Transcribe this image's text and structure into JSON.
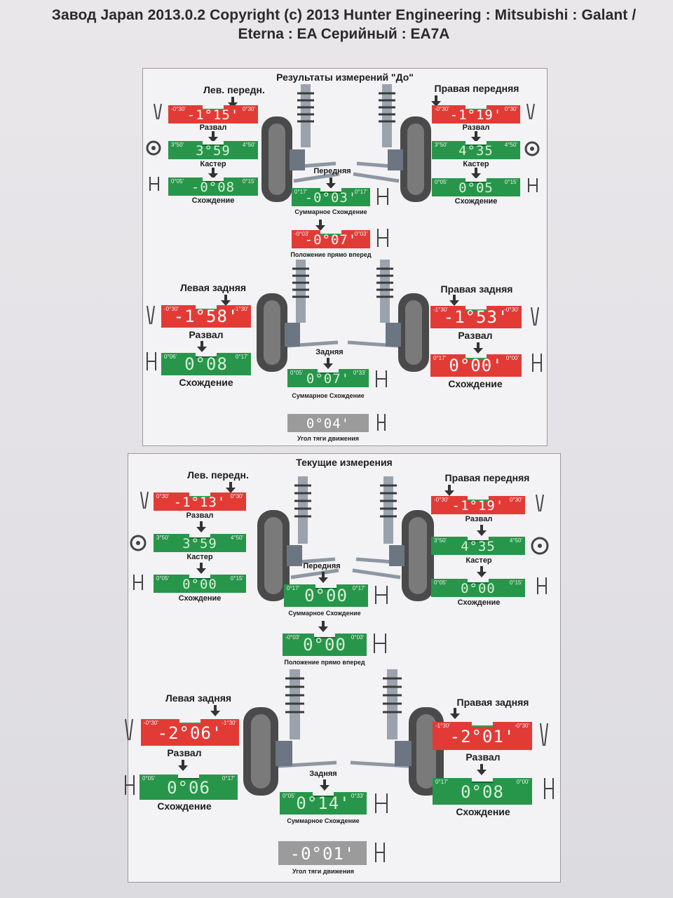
{
  "header": {
    "line1": "Завод Japan 2013.0.2 Copyright (c) 2013 Hunter Engineering : Mitsubishi : Galant /",
    "line2": "Eterna : EA Серийный : EA7A"
  },
  "before": {
    "title": "Результаты измерений \"До\"",
    "front_left": {
      "title": "Лев. передн.",
      "camber": {
        "label": "Развал",
        "value": "-1°15'",
        "min": "-0°30'",
        "max": "0°30'"
      },
      "caster": {
        "label": "Кастер",
        "value": "3°59",
        "min": "3°50'",
        "max": "4°50'"
      },
      "toe": {
        "label": "Схождение",
        "value": "-0°08",
        "min": "0°05'",
        "max": "0°15'"
      }
    },
    "front_right": {
      "title": "Правая передняя",
      "camber": {
        "label": "Развал",
        "value": "-1°19'",
        "min": "-0°30'",
        "max": "0°30'"
      },
      "caster": {
        "label": "Кастер",
        "value": "4°35",
        "min": "3°50'",
        "max": "4°50'"
      },
      "toe": {
        "label": "Схождение",
        "value": "0°05",
        "min": "0°05'",
        "max": "0°15'"
      }
    },
    "front_axle": {
      "title": "Передняя",
      "total_toe": {
        "label": "Суммарное Схождение",
        "value": "-0°03'",
        "min": "0°17'",
        "max": "0°17'"
      },
      "straight": {
        "label": "Положение прямо вперед",
        "value": "-0°07'",
        "min": "-0°03'",
        "max": "0°03'"
      }
    },
    "rear_left": {
      "title": "Левая задняя",
      "camber": {
        "label": "Развал",
        "value": "-1°58'",
        "min": "-0°30'",
        "max": "-1°30'"
      },
      "toe": {
        "label": "Схождение",
        "value": "0°08",
        "min": "0°06'",
        "max": "0°17'"
      }
    },
    "rear_right": {
      "title": "Правая задняя",
      "camber": {
        "label": "Развал",
        "value": "-1°53'",
        "min": "-1°30'",
        "max": "-0°30'"
      },
      "toe": {
        "label": "Схождение",
        "value": "0°00'",
        "min": "0°17'",
        "max": "0°00'"
      }
    },
    "rear_axle": {
      "title": "Задняя",
      "total_toe": {
        "label": "Суммарное Схождение",
        "value": "0°07'",
        "min": "0°05'",
        "max": "0°33'"
      },
      "thrust": {
        "label": "Угол тяги движения",
        "value": "0°04'"
      }
    }
  },
  "current": {
    "title": "Текущие измерения",
    "front_left": {
      "title": "Лев. передн.",
      "camber": {
        "label": "Развал",
        "value": "-1°13'",
        "min": "0°30'",
        "max": "0°30'"
      },
      "caster": {
        "label": "Кастер",
        "value": "3°59",
        "min": "3°50'",
        "max": "4°50'"
      },
      "toe": {
        "label": "Схождение",
        "value": "0°00",
        "min": "0°05'",
        "max": "0°15'"
      }
    },
    "front_right": {
      "title": "Правая передняя",
      "camber": {
        "label": "Развал",
        "value": "-1°19'",
        "min": "-0°30'",
        "max": "0°30'"
      },
      "caster": {
        "label": "Кастер",
        "value": "4°35",
        "min": "3°50'",
        "max": "4°50'"
      },
      "toe": {
        "label": "Схождение",
        "value": "0°00",
        "min": "0°05'",
        "max": "0°15'"
      }
    },
    "front_axle": {
      "title": "Передняя",
      "total_toe": {
        "label": "Суммарное Схождение",
        "value": "0°00",
        "min": "0°17'",
        "max": "0°17'"
      },
      "straight": {
        "label": "Положение прямо вперед",
        "value": "0°00",
        "min": "-0°03'",
        "max": "0°03'"
      }
    },
    "rear_left": {
      "title": "Левая задняя",
      "camber": {
        "label": "Развал",
        "value": "-2°06'",
        "min": "-0°30'",
        "max": "-1°30'"
      },
      "toe": {
        "label": "Схождение",
        "value": "0°06",
        "min": "0°05'",
        "max": "0°17'"
      }
    },
    "rear_right": {
      "title": "Правая задняя",
      "camber": {
        "label": "Развал",
        "value": "-2°01'",
        "min": "-1°30'",
        "max": "-0°30'"
      },
      "toe": {
        "label": "Схождение",
        "value": "0°08",
        "min": "0°17'",
        "max": "0°00'"
      }
    },
    "rear_axle": {
      "title": "Задняя",
      "total_toe": {
        "label": "Суммарное Схождение",
        "value": "0°14'",
        "min": "0°05'",
        "max": "0°33'"
      },
      "thrust": {
        "label": "Угол тяги движения",
        "value": "-0°01'"
      }
    }
  },
  "colors": {
    "out_of_spec": "#e23b36",
    "in_spec": "#27964a",
    "neutral": "#9b9b9b"
  }
}
